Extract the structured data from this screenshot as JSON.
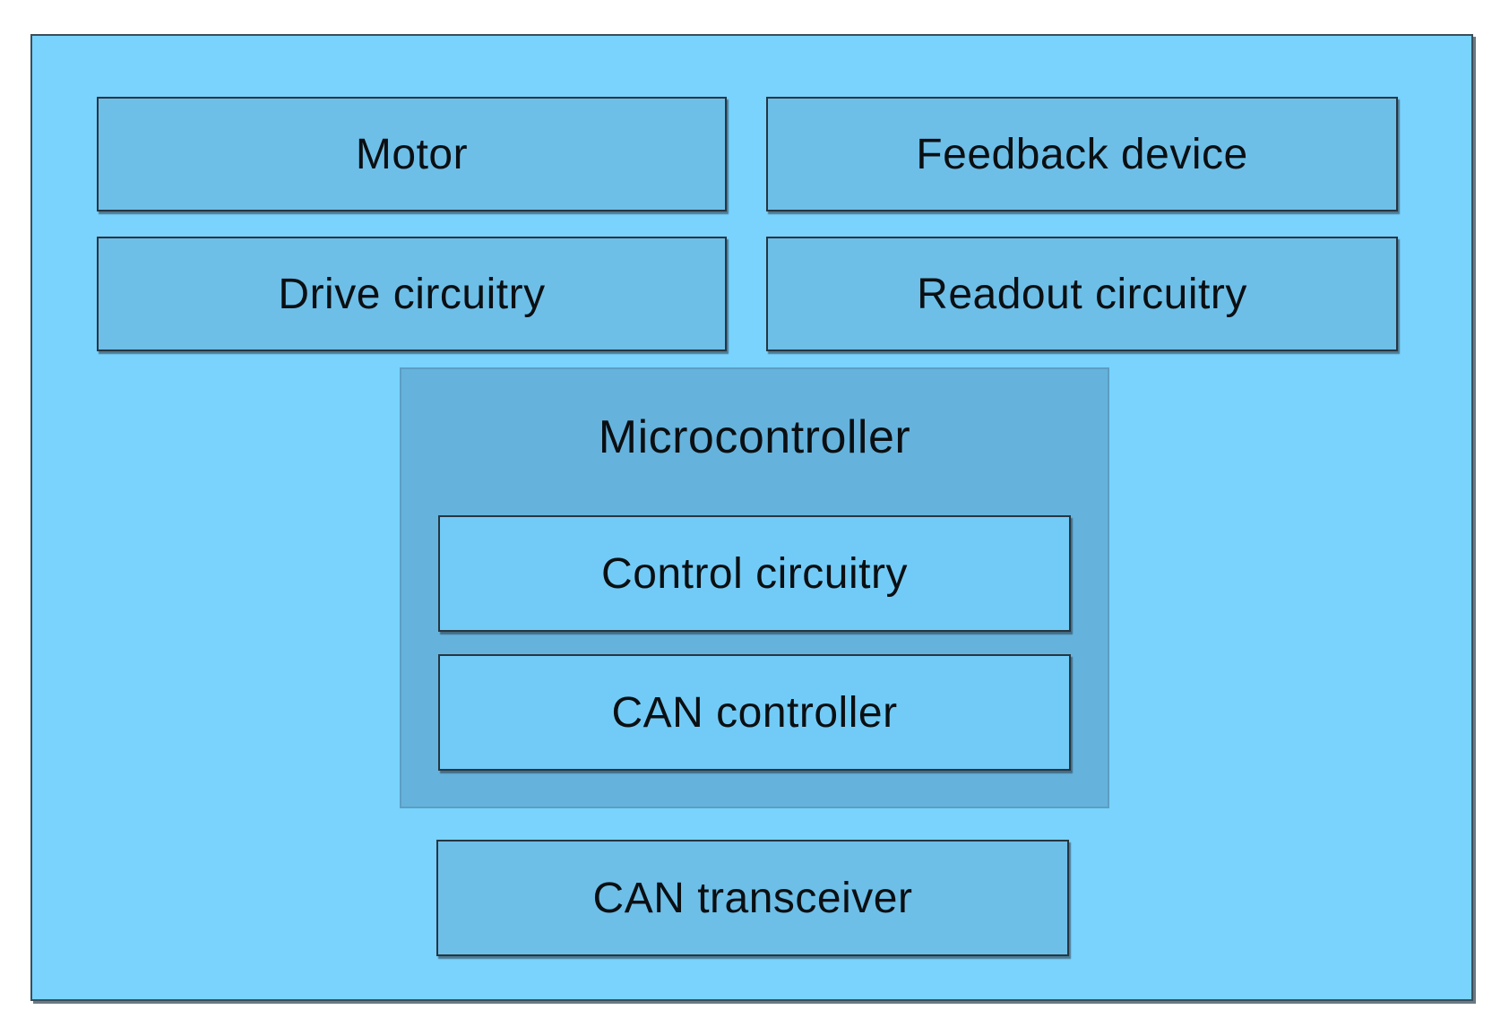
{
  "colors": {
    "outer_fill": "#79d3fd",
    "block_fill": "#6dbfe8",
    "microcontroller_fill": "#65b3dd",
    "inner_block_fill": "#72cbf6"
  },
  "diagram": {
    "motor": "Motor",
    "feedback_device": "Feedback device",
    "drive_circuitry": "Drive circuitry",
    "readout_circuitry": "Readout circuitry",
    "microcontroller": {
      "title": "Microcontroller",
      "control_circuitry": "Control circuitry",
      "can_controller": "CAN controller"
    },
    "can_transceiver": "CAN transceiver"
  }
}
